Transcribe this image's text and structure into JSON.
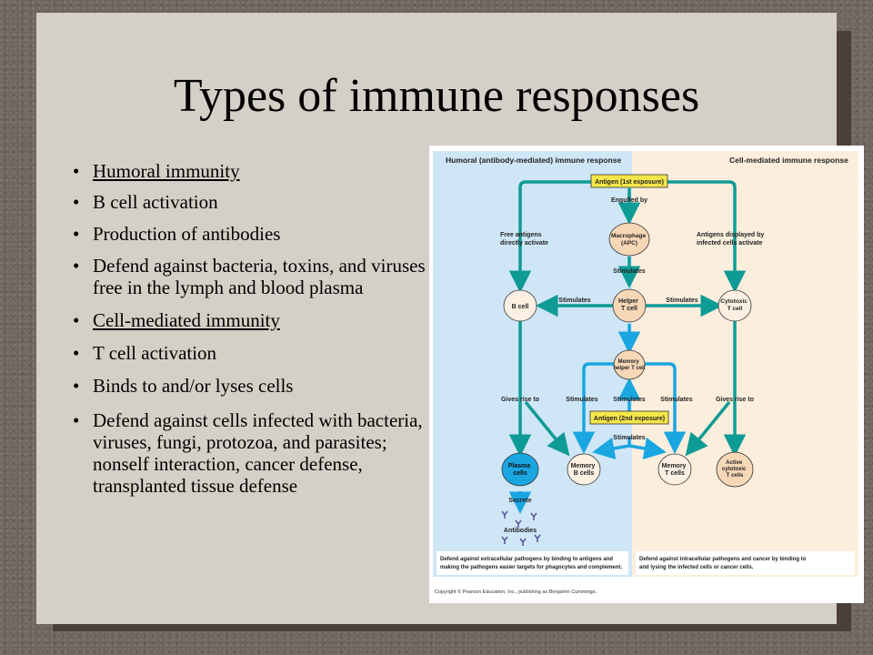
{
  "slide": {
    "title": "Types of immune responses",
    "bullets": [
      {
        "text": "Humoral immunity",
        "underlined": true
      },
      {
        "text": "B cell activation",
        "underlined": false
      },
      {
        "text": "Production of antibodies",
        "underlined": false
      },
      {
        "text": "Defend against bacteria, toxins, and viruses free in the lymph and blood plasma",
        "underlined": false
      },
      {
        "text": "Cell-mediated immunity",
        "underlined": true
      },
      {
        "text": "T cell activation",
        "underlined": false
      },
      {
        "text": "Binds to and/or lyses cells",
        "underlined": false
      },
      {
        "text": "Defend against cells infected with bacteria, viruses, fungi, protozoa, and parasites; nonself interaction, cancer defense, transplanted tissue defense",
        "underlined": false
      }
    ]
  },
  "diagram": {
    "left_header": "Humoral (antibody-mediated) immune response",
    "right_header": "Cell-mediated immune response",
    "antigen_first": "Antigen (1st exposure)",
    "engulfed_by": "Engulfed by",
    "free_antigens": [
      "Free antigens",
      "directly activate"
    ],
    "antigens_displayed": [
      "Antigens displayed by",
      "infected cells activate"
    ],
    "macrophage": [
      "Macrophage",
      "(APC)"
    ],
    "stimulates": "Stimulates",
    "b_cell": "B cell",
    "helper_t": [
      "Helper",
      "T cell"
    ],
    "cytotoxic_t": [
      "Cytotoxic",
      "T cell"
    ],
    "memory_helper": [
      "Memory",
      "helper T cell"
    ],
    "gives_rise_to": "Gives rise to",
    "antigen_second": "Antigen (2nd exposure)",
    "plasma_cells": [
      "Plasma",
      "cells"
    ],
    "memory_b": [
      "Memory",
      "B cells"
    ],
    "memory_t": [
      "Memory",
      "T cells"
    ],
    "active_cytotoxic": [
      "Active",
      "cytotoxic",
      "T cells"
    ],
    "secrete": "Secrete",
    "antibodies": "Antibodies",
    "left_footer": [
      "Defend against extracellular pathogens by binding to antigens and",
      "making the pathogens easier targets for phagocytes and complement."
    ],
    "right_footer": [
      "Defend against intracellular pathogens and cancer by binding to",
      "and lysing the infected cells or cancer cells."
    ],
    "copyright": "Copyright © Pearson Education, Inc., publishing as Benjamin Cummings."
  },
  "colors": {
    "slide_bg": "#d4d0c7",
    "humoral_panel": "#cfe6f7",
    "cell_panel": "#fbeedd",
    "teal_arrow": "#0f9b95",
    "blue_arrow": "#1aa6e0",
    "antigen_box": "#f5e64a",
    "cell_fill": "#f6d7b6"
  }
}
